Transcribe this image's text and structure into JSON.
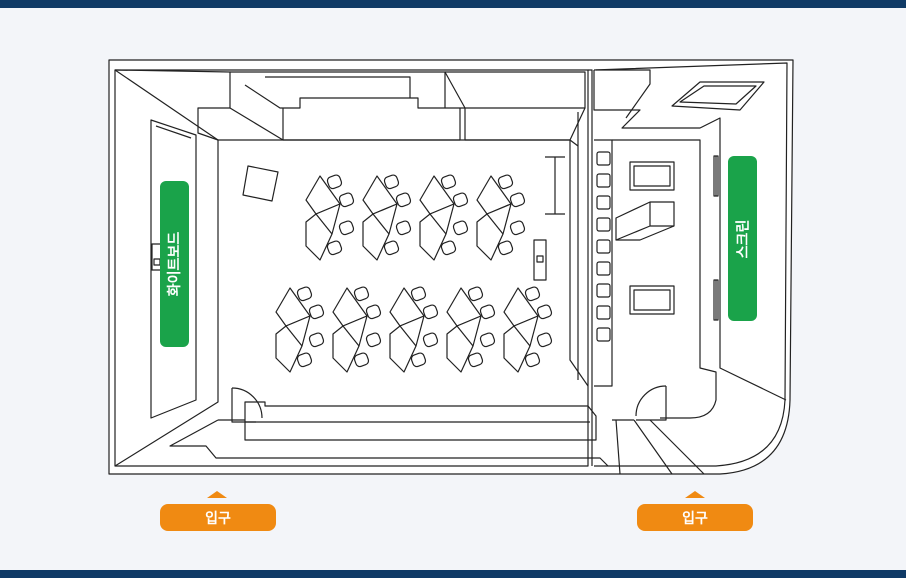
{
  "colors": {
    "banner": "#0f3a66",
    "background": "#f3f5f9",
    "label_green": "#1aa34a",
    "label_orange": "#f08a12",
    "line": "#222222"
  },
  "labels": {
    "whiteboard": "화이트보드",
    "screen": "스크린"
  },
  "entrances": [
    {
      "label": "입구"
    },
    {
      "label": "입구"
    }
  ]
}
